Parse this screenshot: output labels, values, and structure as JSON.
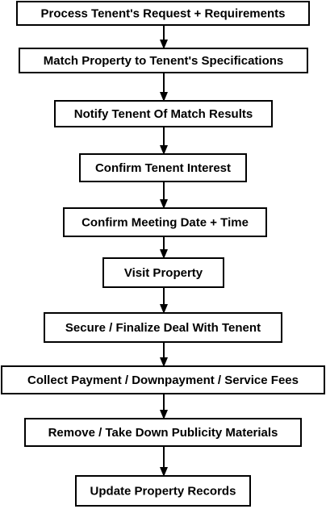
{
  "flowchart": {
    "steps": [
      "Process Tenent's Request + Requirements",
      "Match Property to Tenent's Specifications",
      "Notify Tenent Of Match Results",
      "Confirm Tenent Interest",
      "Confirm Meeting Date + Time",
      "Visit Property",
      "Secure / Finalize Deal With Tenent",
      "Collect Payment / Downpayment / Service Fees",
      "Remove / Take Down Publicity Materials",
      "Update Property Records"
    ]
  },
  "colors": {
    "box_fill": "#ffffff",
    "box_stroke": "#000000",
    "arrow": "#000000",
    "text": "#000000"
  }
}
